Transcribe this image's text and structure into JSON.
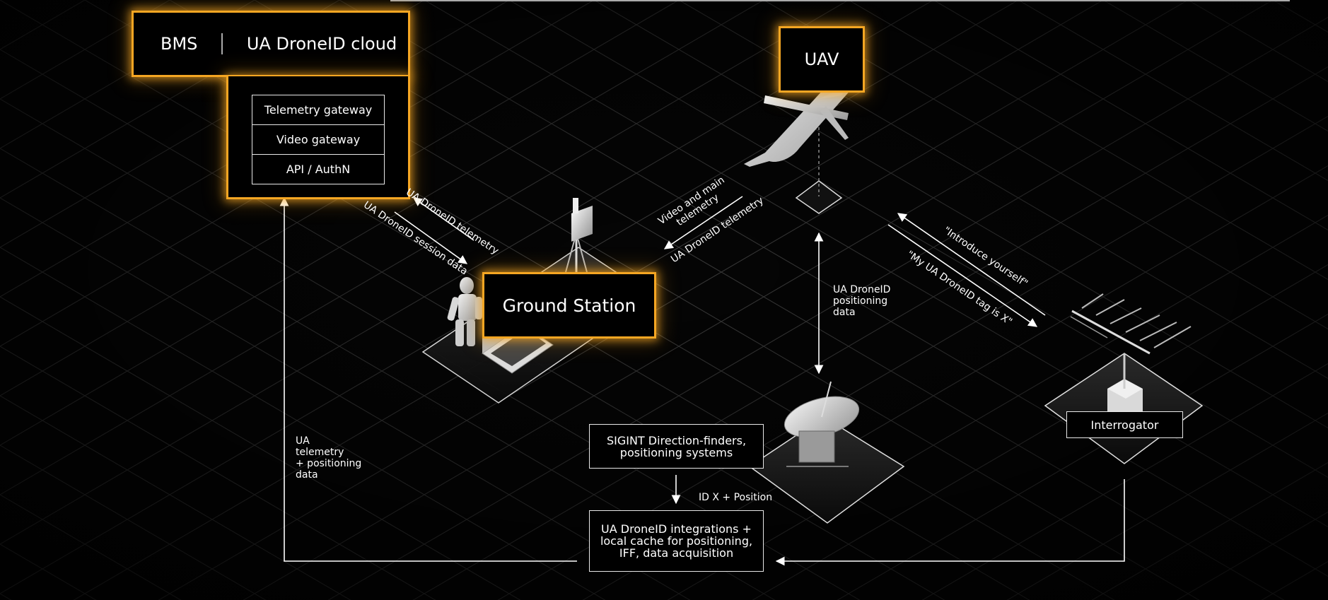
{
  "cloud": {
    "bms": "BMS",
    "name": "UA DroneID cloud",
    "services": [
      "Telemetry gateway",
      "Video gateway",
      "API / AuthN"
    ]
  },
  "uav": {
    "label": "UAV"
  },
  "ground_station": {
    "label": "Ground Station"
  },
  "interrogator": {
    "label": "Interrogator"
  },
  "sigint": {
    "label": "SIGINT Direction-finders,\npositioning systems"
  },
  "integrations": {
    "label": "UA DroneID integrations +\nlocal cache for positioning,\nIFF, data acquisition"
  },
  "flows": {
    "cloud_telemetry": "UA DroneID telemetry",
    "cloud_session": "UA DroneID session data",
    "video_main": "Video and main\ntelemetry",
    "uav_droneid_telemetry": "UA DroneID telemetry",
    "positioning": "UA DroneID\npositioning\ndata",
    "introduce": "\"Introduce yourself\"",
    "tag": "\"My UA DroneID tag is X\"",
    "id_position": "ID X + Position",
    "ua_telemetry_positioning": "UA\ntelemetry\n+ positioning\ndata"
  },
  "colors": {
    "accent": "#f5a623",
    "line": "#e8e8e8",
    "background": "#000000"
  },
  "icons": [
    "uav-plane-icon",
    "operator-figure-icon",
    "antenna-mast-icon",
    "laptop-icon",
    "satellite-dish-icon",
    "yagi-antenna-icon"
  ]
}
